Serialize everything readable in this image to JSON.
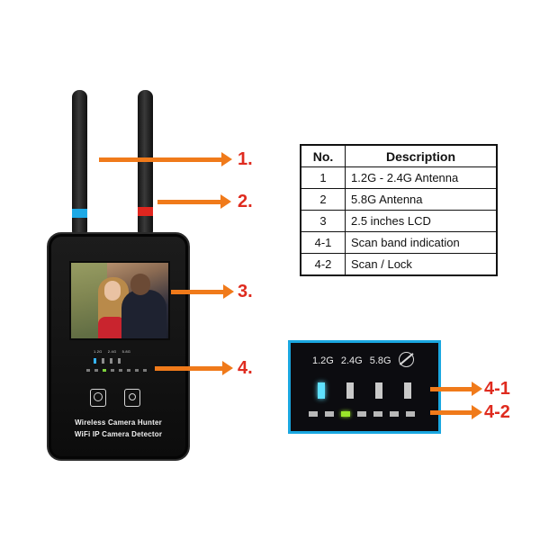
{
  "callouts": [
    "1.",
    "2.",
    "3.",
    "4.",
    "4-1",
    "4-2"
  ],
  "table": {
    "headers": [
      "No.",
      "Description"
    ],
    "rows": [
      {
        "no": "1",
        "desc": "1.2G - 2.4G Antenna"
      },
      {
        "no": "2",
        "desc": "5.8G Antenna"
      },
      {
        "no": "3",
        "desc": "2.5 inches LCD"
      },
      {
        "no": "4-1",
        "desc": "Scan band indication"
      },
      {
        "no": "4-2",
        "desc": "Scan / Lock"
      }
    ]
  },
  "device": {
    "line1": "Wireless Camera Hunter",
    "line2": "WiFi IP Camera Detector",
    "band_labels": [
      "1.2G",
      "2.4G",
      "5.8G"
    ]
  },
  "zoom": {
    "band_labels": [
      "1.2G",
      "2.4G",
      "5.8G"
    ],
    "active_band": "1.2G",
    "lock_indicator": 2
  },
  "colors": {
    "callout_arrow": "#f07a1a",
    "callout_text": "#df2b1f",
    "antenna_1_ring": "#1da9e6",
    "antenna_2_ring": "#e0261f",
    "zoom_border": "#1aa7e0"
  },
  "icons": [
    "wifi-icon",
    "camera-icon",
    "mute-icon"
  ]
}
